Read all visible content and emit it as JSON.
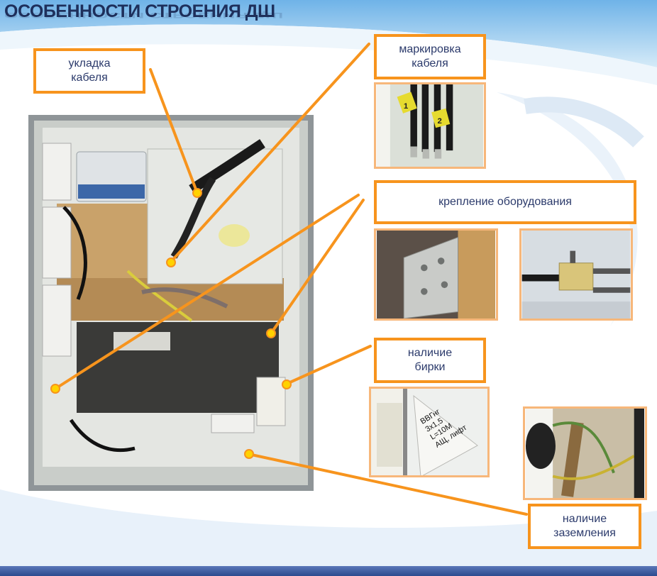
{
  "title": "ОСОБЕННОСТИ СТРОЕНИЯ ДШ",
  "labels": {
    "cable_laying": [
      "укладка",
      "кабеля"
    ],
    "cable_marking": [
      "маркировка",
      "кабеля"
    ],
    "equipment_mount": "крепление оборудования",
    "tag_presence": [
      "наличие",
      "бирки"
    ],
    "grounding_presence": [
      "наличие",
      "заземления"
    ]
  },
  "tag_photo_text": [
    "ВВГнг",
    "3x1,5",
    "L=10M",
    "АЩ,",
    "лифт"
  ],
  "marking_numbers": [
    "1",
    "2"
  ],
  "colors": {
    "accent": "#f7941d",
    "text": "#2b3a6b",
    "title": "#1e2f5b",
    "marker": "#ffd200"
  }
}
